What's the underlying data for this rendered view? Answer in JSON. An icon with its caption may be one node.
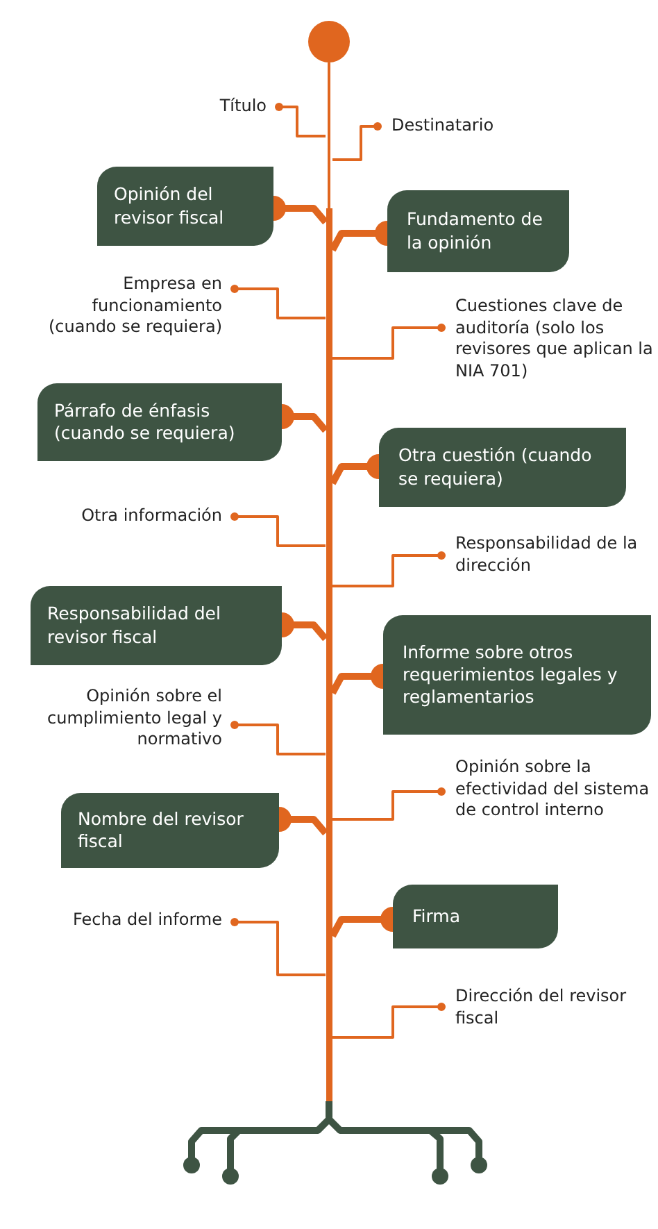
{
  "diagram": {
    "nodes": [
      {
        "text": [],
        "shape": "circle"
      },
      {
        "text": [],
        "shape": "bar"
      },
      {
        "text": [
          "Título"
        ]
      },
      {
        "text": [
          "Destinatario"
        ]
      },
      {
        "text": [
          "Opinión del revisor fiscal"
        ]
      },
      {
        "text": [
          "Fundamento de la opinión"
        ]
      },
      {
        "text": [
          "Empresa en funcionamiento (cuando se requiera)"
        ]
      },
      {
        "text": [
          "Cuestiones clave de auditoría (solo los revisores que aplican la NIA 701)"
        ]
      },
      {
        "text": [
          "Párrafo de énfasis (cuando se requiera)"
        ]
      },
      {
        "text": [
          "Otra cuestión (cuando se requiera)"
        ]
      },
      {
        "text": [
          "Otra información"
        ]
      },
      {
        "text": [
          "Responsabilidad de la dirección"
        ]
      },
      {
        "text": [
          "Responsabilidad del revisor fiscal"
        ]
      },
      {
        "text": [
          "Informe sobre otros requerimientos legales y reglamentarios"
        ]
      },
      {
        "text": [
          "Opinión sobre el cumplimiento legal y normativo"
        ]
      },
      {
        "text": [
          "Opinión sobre la efectividad del sistema de control interno"
        ]
      },
      {
        "text": [
          "Nombre del revisor fiscal"
        ]
      },
      {
        "text": [
          "Firma"
        ]
      },
      {
        "text": [
          "Fecha del informe"
        ]
      },
      {
        "text": [
          "Dirección del revisor fiscal"
        ]
      }
    ],
    "edges": [
      {
        "from": 2,
        "to": 1,
        "arrow": "other"
      },
      {
        "from": 3,
        "to": 1,
        "arrow": "other"
      },
      {
        "from": 4,
        "to": 1,
        "arrow": "other",
        "style": "thick"
      },
      {
        "from": 5,
        "to": 1,
        "arrow": "other",
        "style": "thick"
      },
      {
        "from": 6,
        "to": 1,
        "arrow": "other"
      },
      {
        "from": 7,
        "to": 1,
        "arrow": "other"
      },
      {
        "from": 8,
        "to": 1,
        "arrow": "other",
        "style": "thick"
      },
      {
        "from": 9,
        "to": 1,
        "arrow": "other",
        "style": "thick"
      },
      {
        "from": 10,
        "to": 1,
        "arrow": "other"
      },
      {
        "from": 11,
        "to": 1,
        "arrow": "other"
      },
      {
        "from": 12,
        "to": 1,
        "arrow": "other",
        "style": "thick"
      },
      {
        "from": 13,
        "to": 1,
        "arrow": "other",
        "style": "thick"
      },
      {
        "from": 14,
        "to": 1,
        "arrow": "other"
      },
      {
        "from": 15,
        "to": 1,
        "arrow": "other"
      },
      {
        "from": 16,
        "to": 1,
        "arrow": "other",
        "style": "thick"
      },
      {
        "from": 17,
        "to": 1,
        "arrow": "other",
        "style": "thick"
      },
      {
        "from": 18,
        "to": 1,
        "arrow": "other"
      },
      {
        "from": 19,
        "to": 1,
        "arrow": "other"
      }
    ]
  }
}
